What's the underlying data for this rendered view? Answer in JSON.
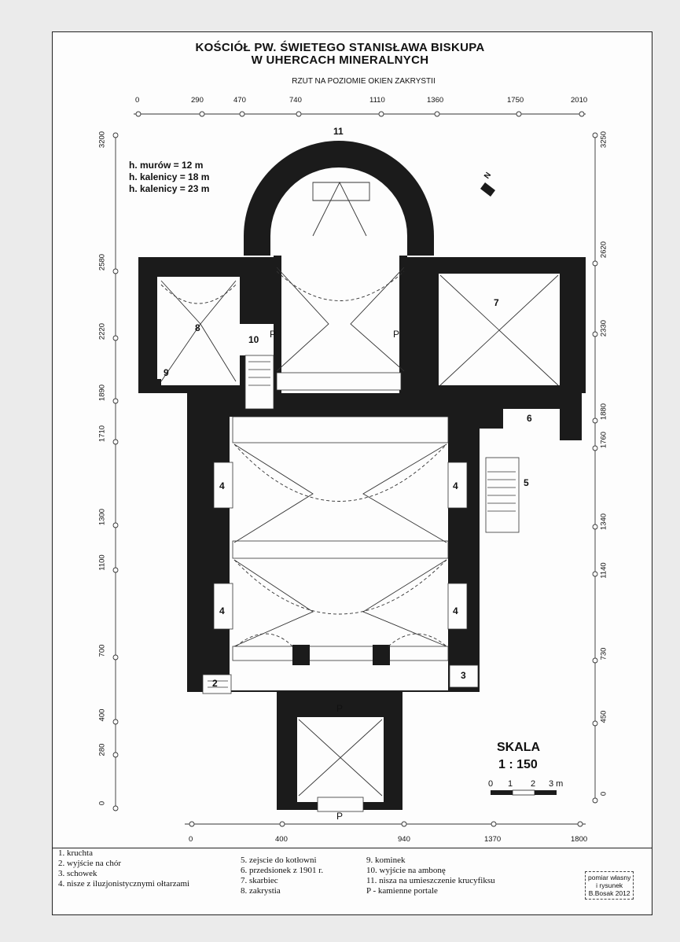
{
  "title_line1": "KOŚCIÓŁ PW. ŚWIETEGO STANISŁAWA BISKUPA",
  "title_line2": "W UHERCACH MINERALNYCH",
  "subtitle": "RZUT NA POZIOMIE OKIEN ZAKRYSTII",
  "heights": [
    "h. murów = 12 m",
    "h. kalenicy = 18 m",
    "h. kalenicy = 23 m"
  ],
  "top_axis": [
    "0",
    "290",
    "470",
    "740",
    "1110",
    "1360",
    "1750",
    "2010"
  ],
  "bottom_axis": [
    "0",
    "400",
    "940",
    "1370",
    "1800"
  ],
  "left_axis": [
    "3200",
    "2580",
    "2220",
    "1890",
    "1710",
    "1300",
    "1100",
    "700",
    "400",
    "280",
    "0"
  ],
  "right_axis": [
    "3250",
    "2620",
    "2330",
    "1880",
    "1760",
    "1340",
    "1140",
    "730",
    "450",
    "0"
  ],
  "room_numbers": [
    "11",
    "8",
    "10",
    "9",
    "7",
    "6",
    "5",
    "4",
    "4",
    "4",
    "4",
    "2",
    "3",
    "P",
    "P",
    "P",
    "P"
  ],
  "north_label": "N",
  "scale": {
    "title": "SKALA",
    "ratio": "1 : 150",
    "labels": [
      "0",
      "1",
      "2",
      "3 m"
    ]
  },
  "legend": {
    "col1": [
      "1. kruchta",
      "2. wyjście na chór",
      "3. schowek",
      "4. nisze z iluzjonistycznymi ołtarzami"
    ],
    "col2": [
      "5. zejscie do kotłowni",
      "6. przedsionek z 1901 r.",
      "7. skarbiec",
      "8. zakrystia"
    ],
    "col3": [
      "9. kominek",
      "10. wyjście na ambonę",
      "11. nisza na umieszczenie krucyfiksu",
      "P - kamienne portale"
    ]
  },
  "credit": [
    "pomiar własny",
    "i rysunek",
    "B.Bosak 2012"
  ]
}
